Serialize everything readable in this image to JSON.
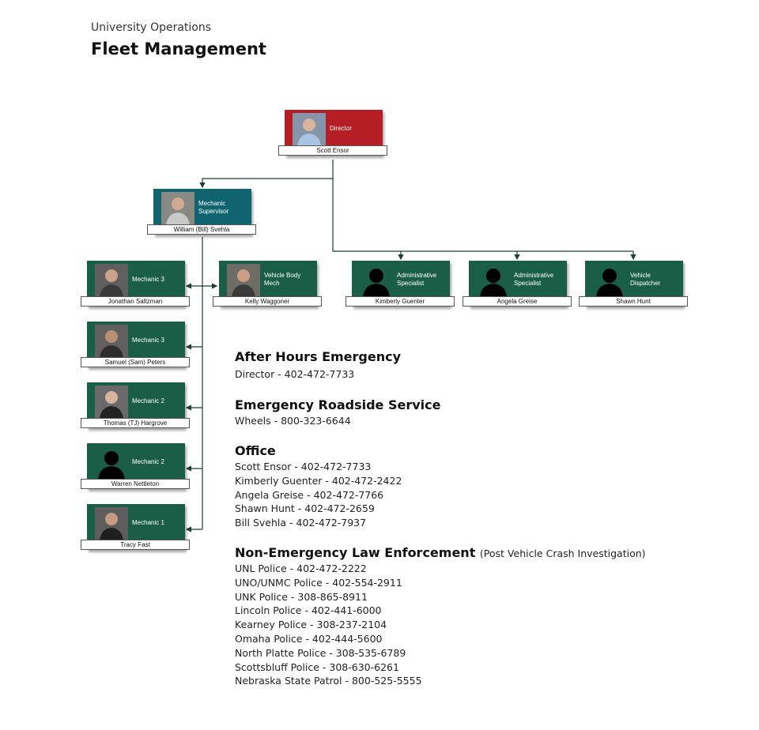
{
  "header": {
    "subtitle": "University Operations",
    "title": "Fleet Management"
  },
  "org": {
    "director": {
      "role": "Director",
      "name": "Scott Ensor"
    },
    "supervisor": {
      "role": "Mechanic Supervisor",
      "name": "William (Bill) Svehla"
    },
    "body_mech": {
      "role": "Vehicle Body Mech",
      "name": "Kelly Waggoner"
    },
    "admin1": {
      "role": "Administrative Specialist",
      "name": "Kimberly Guenter"
    },
    "admin2": {
      "role": "Administrative Specialist",
      "name": "Angela Greise"
    },
    "dispatcher": {
      "role": "Vehicle Dispatcher",
      "name": "Shawn Hunt"
    },
    "mech1": {
      "role": "Mechanic 3",
      "name": "Jonathan Saltzman"
    },
    "mech2": {
      "role": "Mechanic 3",
      "name": "Samuel (Sam) Peters"
    },
    "mech3": {
      "role": "Mechanic 2",
      "name": "Thomas (TJ) Hargrove"
    },
    "mech4": {
      "role": "Mechanic 2",
      "name": "Warren Nettleton"
    },
    "mech5": {
      "role": "Mechanic 1",
      "name": "Tracy Fast"
    }
  },
  "contacts": {
    "after_hours": {
      "heading": "After Hours Emergency",
      "lines": [
        "Director - 402-472-7733"
      ]
    },
    "roadside": {
      "heading": "Emergency Roadside Service",
      "lines": [
        "Wheels - 800-323-6644"
      ]
    },
    "office": {
      "heading": "Office",
      "lines": [
        "Scott Ensor - 402-472-7733",
        "Kimberly Guenter - 402-472-2422",
        "Angela Greise - 402-472-7766",
        "Shawn Hunt - 402-472-2659",
        "Bill Svehla - 402-472-7937"
      ]
    },
    "law": {
      "heading": "Non-Emergency Law Enforcement",
      "note": "(Post Vehicle Crash Investigation)",
      "lines": [
        "UNL Police - 402-472-2222",
        "UNO/UNMC Police - 402-554-2911",
        "UNK Police - 308-865-8911",
        "Lincoln Police - 402-441-6000",
        "Kearney Police - 308-237-2104",
        "Omaha Police - 402-444-5600",
        "North Platte Police - 308-535-6789",
        "Scottsbluff Police - 308-630-6261",
        "Nebraska State Patrol - 800-525-5555"
      ]
    }
  },
  "colors": {
    "director": "#b41e24",
    "supervisor": "#0f6470",
    "staff": "#1b5e48",
    "connector": "#1e3d36"
  }
}
